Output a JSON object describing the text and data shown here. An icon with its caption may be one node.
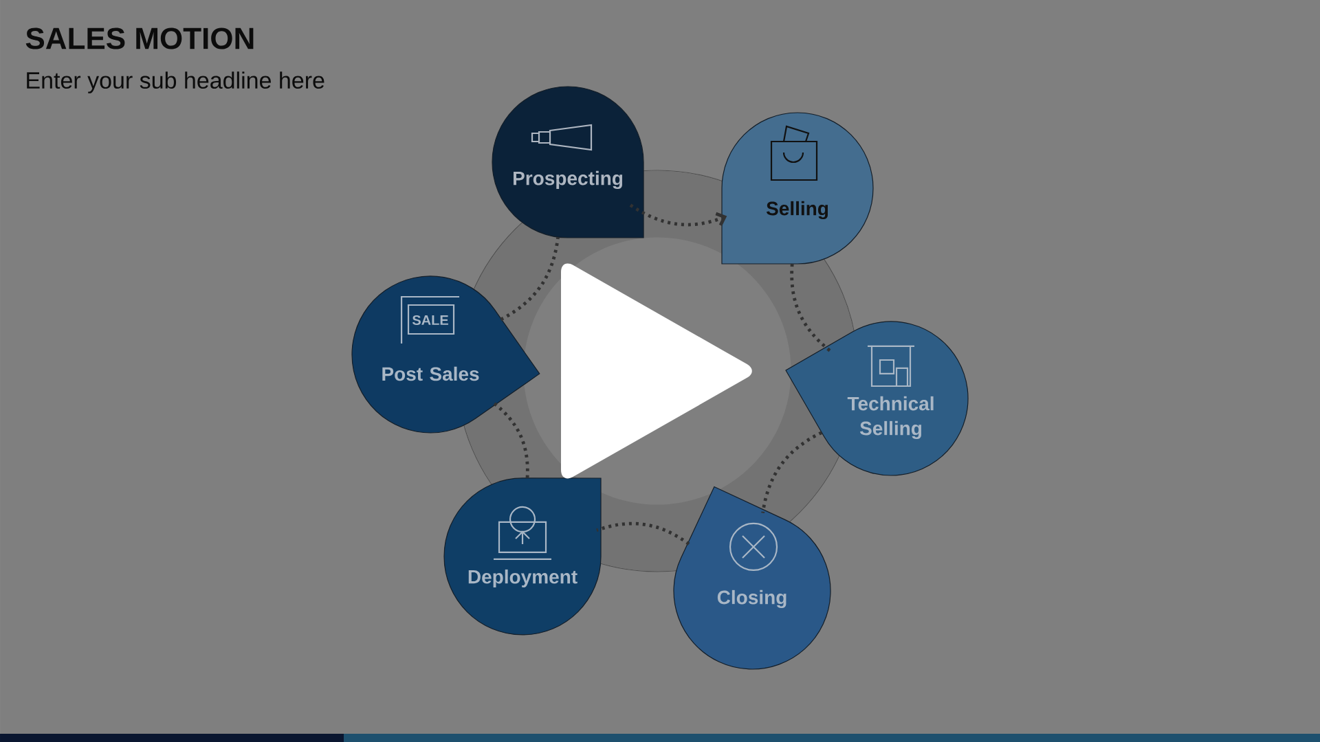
{
  "diagram": {
    "title": "SALES MOTION",
    "nodes": [
      {
        "text": [
          "Prospecting"
        ]
      },
      {
        "text": [
          "Selling"
        ]
      },
      {
        "text": [
          "Technical Selling"
        ]
      },
      {
        "text": [
          "Closing"
        ]
      },
      {
        "text": [
          "Deployment"
        ]
      },
      {
        "text": [
          "Post Sales"
        ]
      }
    ],
    "edges": [
      {
        "from": 0,
        "to": 1,
        "arrow": "to",
        "style": "dashed"
      },
      {
        "from": 1,
        "to": 2,
        "arrow": "none",
        "style": "dashed"
      },
      {
        "from": 2,
        "to": 3,
        "arrow": "none",
        "style": "dashed"
      },
      {
        "from": 3,
        "to": 4,
        "arrow": "none",
        "style": "dashed"
      },
      {
        "from": 4,
        "to": 5,
        "arrow": "none",
        "style": "dashed"
      },
      {
        "from": 5,
        "to": 0,
        "arrow": "none",
        "style": "dashed"
      }
    ],
    "labels": [
      "Enter your sub headline here",
      "SALE"
    ]
  }
}
